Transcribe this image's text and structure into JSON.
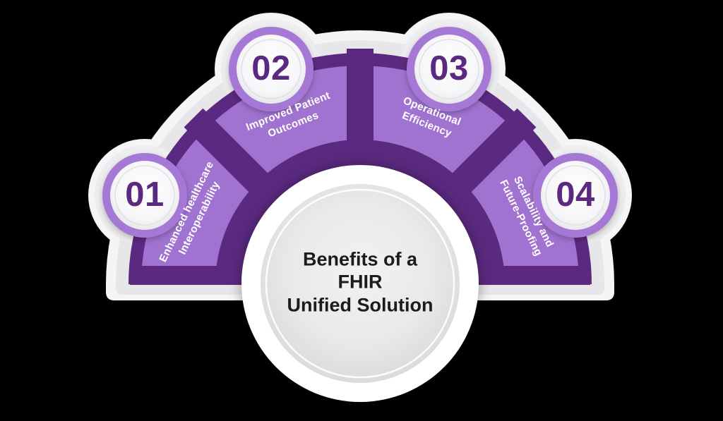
{
  "title": {
    "line1": "Benefits of a",
    "line2": "FHIR",
    "line3": "Unified Solution"
  },
  "segments": [
    {
      "number": "01",
      "label_line1": "Enhanced healthcare",
      "label_line2": "Interoperability"
    },
    {
      "number": "02",
      "label_line1": "Improved Patient",
      "label_line2": "Outcomes"
    },
    {
      "number": "03",
      "label_line1": "Operational",
      "label_line2": "Efficiency"
    },
    {
      "number": "04",
      "label_line1": "Scalability and",
      "label_line2": "Future-Proofing"
    }
  ],
  "colors": {
    "dark_purple": "#5b2a80",
    "light_purple": "#a173d0",
    "badge_ring_purple": "#a678d6",
    "number_text": "#5b2a80",
    "label_text": "#ffffff",
    "title_text": "#1c1c1c",
    "outer_band_light": "#f5f5f7",
    "outer_band_gray": "#e7e7ea",
    "center_circle_white": "#ffffff",
    "background": "#000000"
  }
}
